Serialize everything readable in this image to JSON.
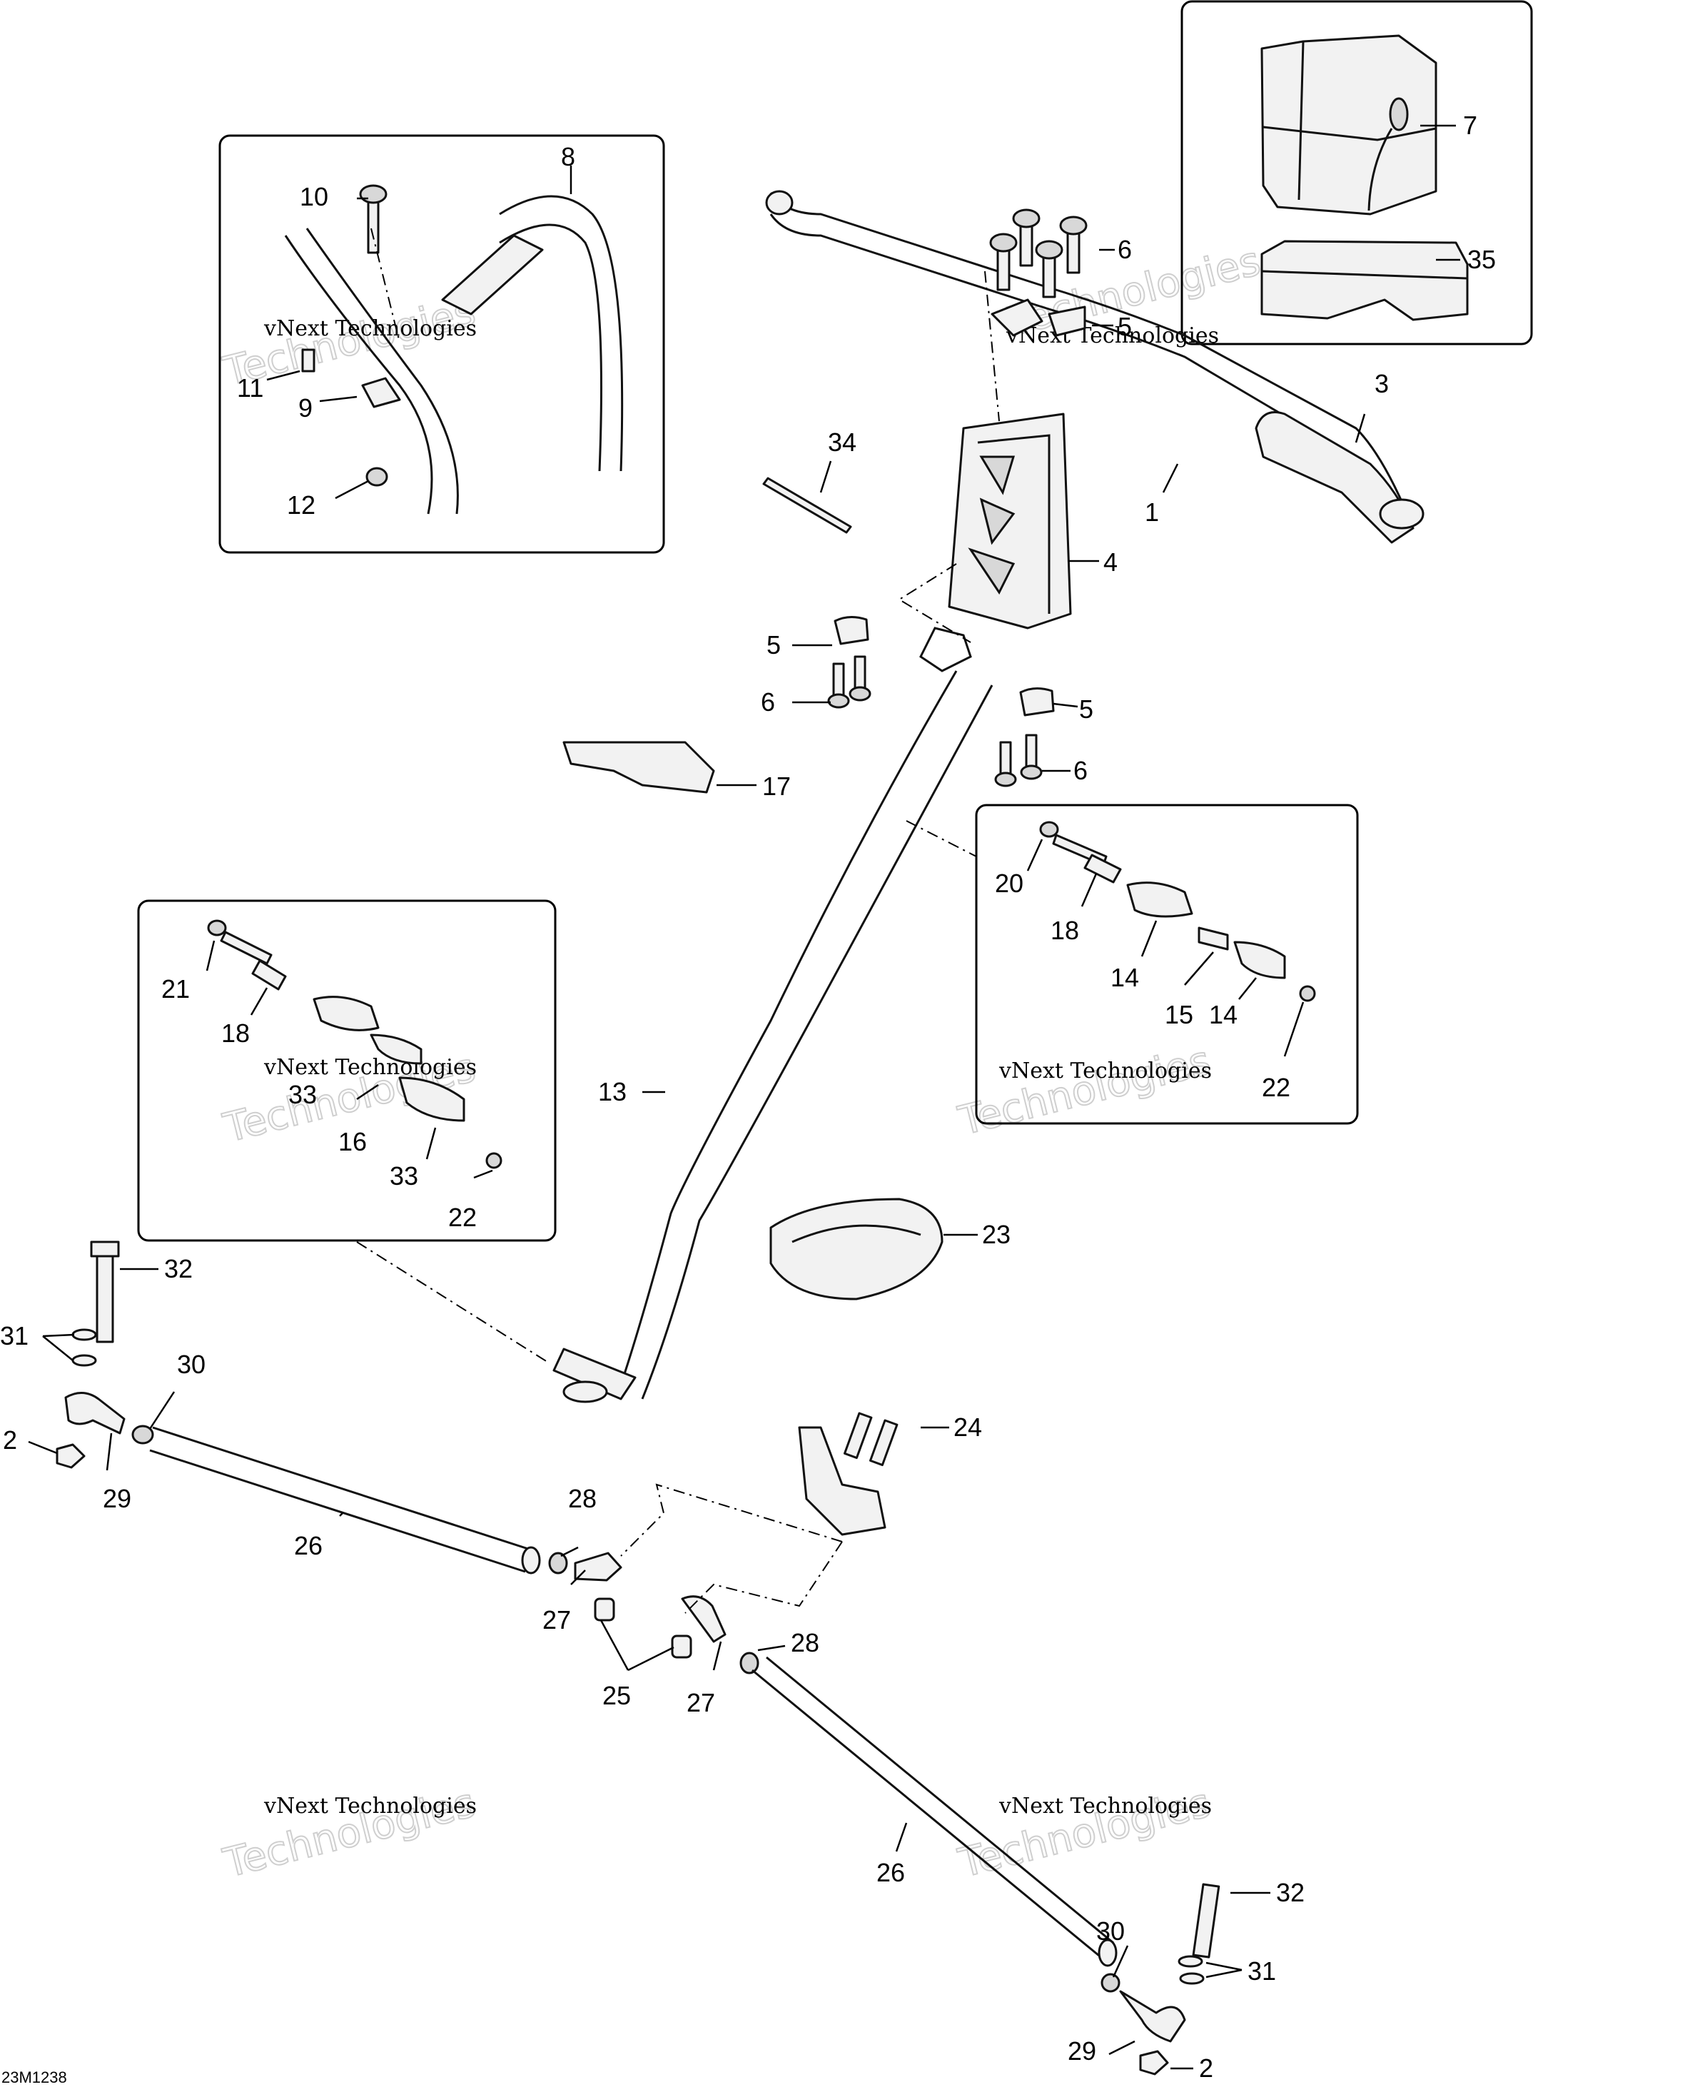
{
  "diagram_code": "23M1238",
  "watermark": {
    "line1": "vNext Technologies",
    "line2": "Technologies",
    "line3": "vNext"
  },
  "callouts": {
    "c1": "1",
    "c2a": "2",
    "c2b": "2",
    "c3": "3",
    "c4": "4",
    "c5a": "5",
    "c5b": "5",
    "c5c": "5",
    "c6a": "6",
    "c6b": "6",
    "c6c": "6",
    "c7": "7",
    "c8": "8",
    "c9": "9",
    "c10": "10",
    "c11": "11",
    "c12": "12",
    "c13": "13",
    "c14a": "14",
    "c14b": "14",
    "c15": "15",
    "c16": "16",
    "c17": "17",
    "c18a": "18",
    "c18b": "18",
    "c20": "20",
    "c21": "21",
    "c22a": "22",
    "c22b": "22",
    "c23": "23",
    "c24": "24",
    "c25": "25",
    "c26a": "26",
    "c26b": "26",
    "c27a": "27",
    "c27b": "27",
    "c28a": "28",
    "c28b": "28",
    "c29a": "29",
    "c29b": "29",
    "c30a": "30",
    "c30b": "30",
    "c31a": "31",
    "c31b": "31",
    "c32a": "32",
    "c32b": "32",
    "c33a": "33",
    "c33b": "33",
    "c34": "34",
    "c35": "35"
  }
}
